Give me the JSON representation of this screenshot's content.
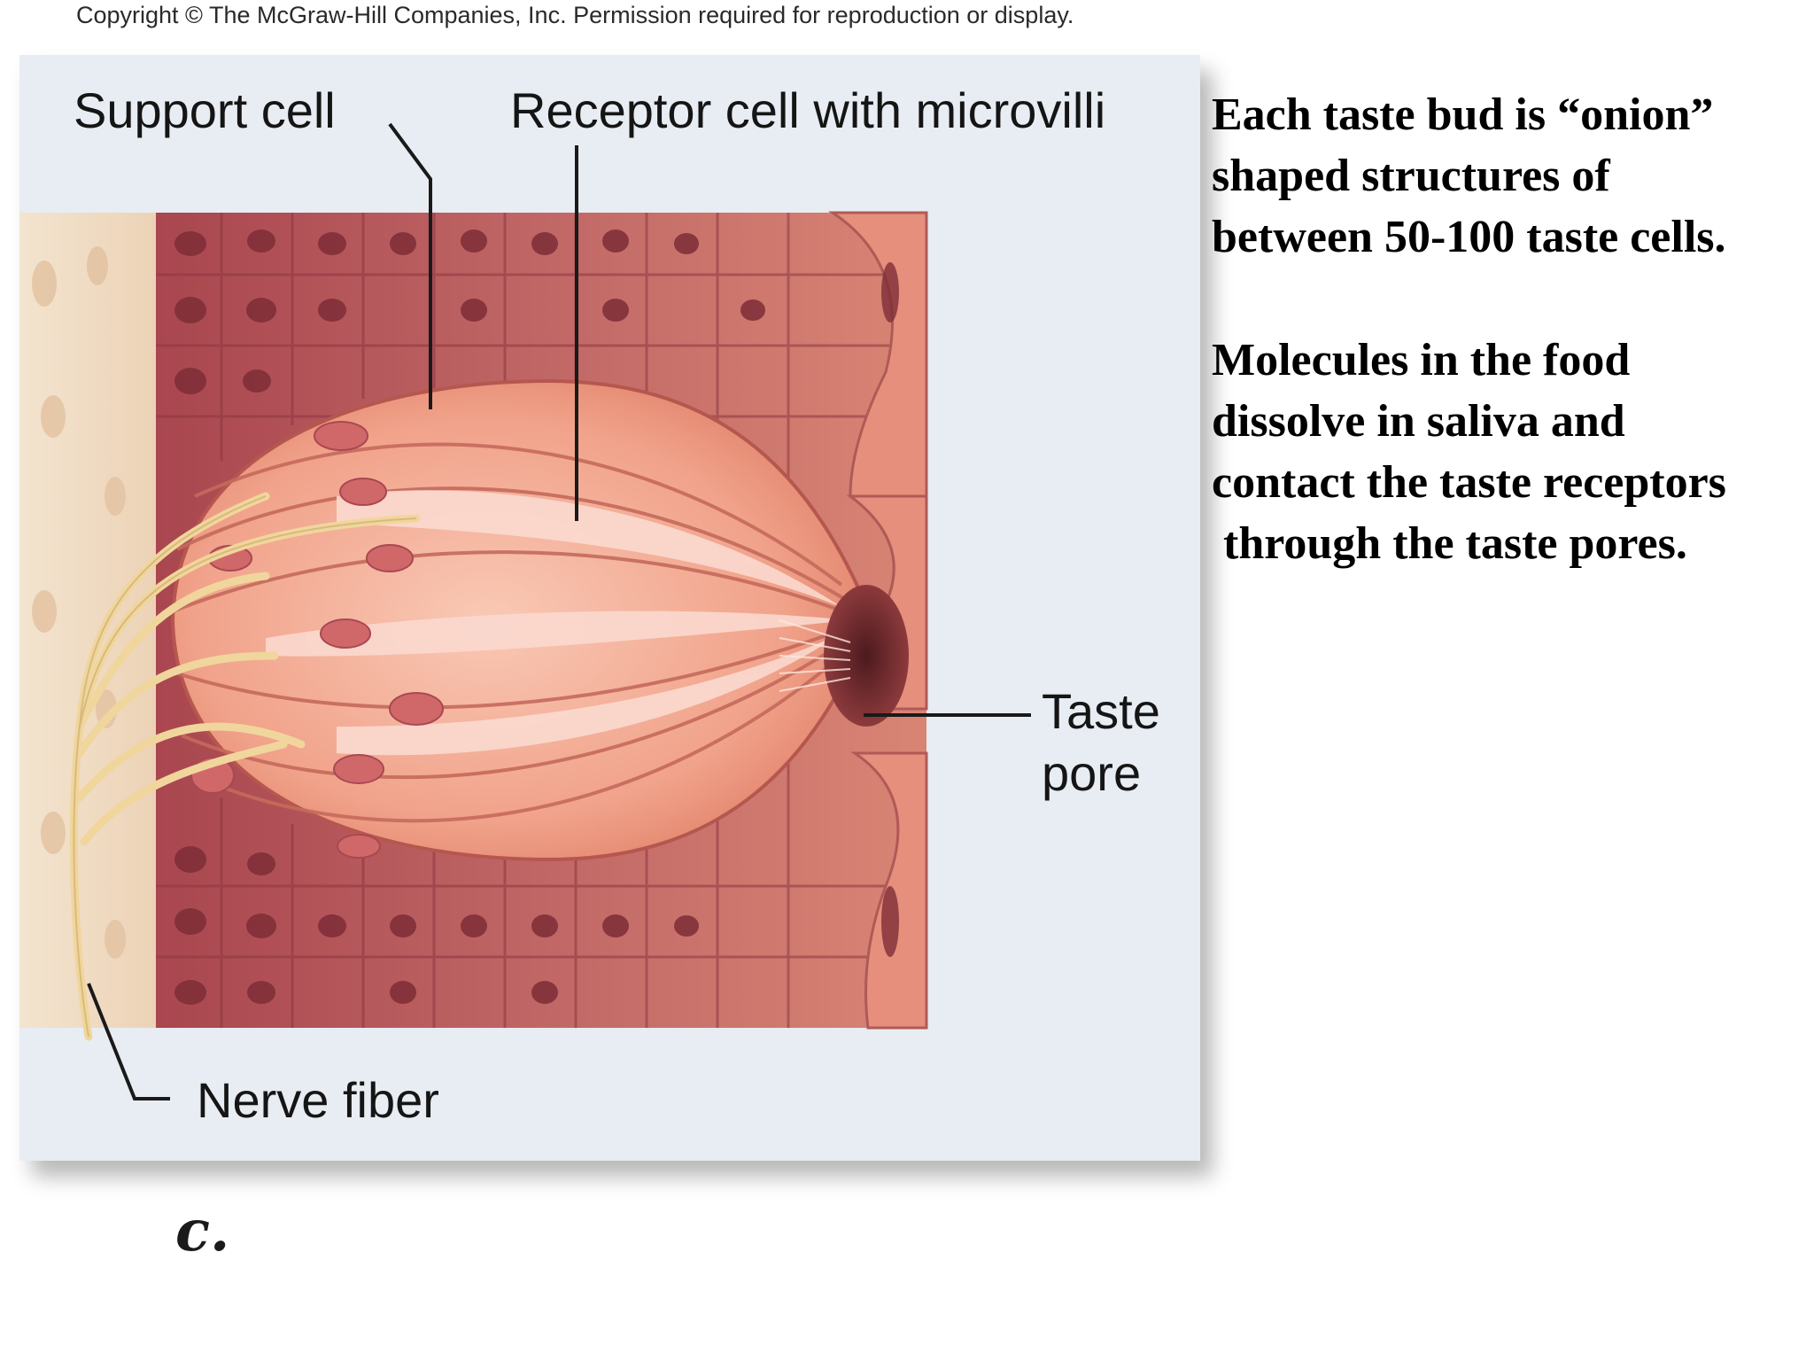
{
  "copyright": "Copyright © The McGraw-Hill Companies, Inc. Permission required for reproduction or display.",
  "labels": {
    "support_cell": "Support cell",
    "receptor_cell": "Receptor cell with microvilli",
    "taste_pore_line1": "Taste",
    "taste_pore_line2": "pore",
    "nerve_fiber": "Nerve fiber"
  },
  "figure_letter": "c.",
  "text": {
    "paragraph1": "Each taste bud is “onion”\nshaped structures of\nbetween 50-100 taste cells.",
    "paragraph2": "Molecules in the food\ndissolve in saliva and\ncontact the taste receptors\n through the taste pores."
  },
  "colors": {
    "panel_bg": "#e8edf3",
    "epithelium": "#b65a5e",
    "taste_bud": "#f2a88f",
    "receptor_cell": "#f8d3c8",
    "nerve": "#efd49a",
    "connective_tissue": "#f0dcc4"
  }
}
